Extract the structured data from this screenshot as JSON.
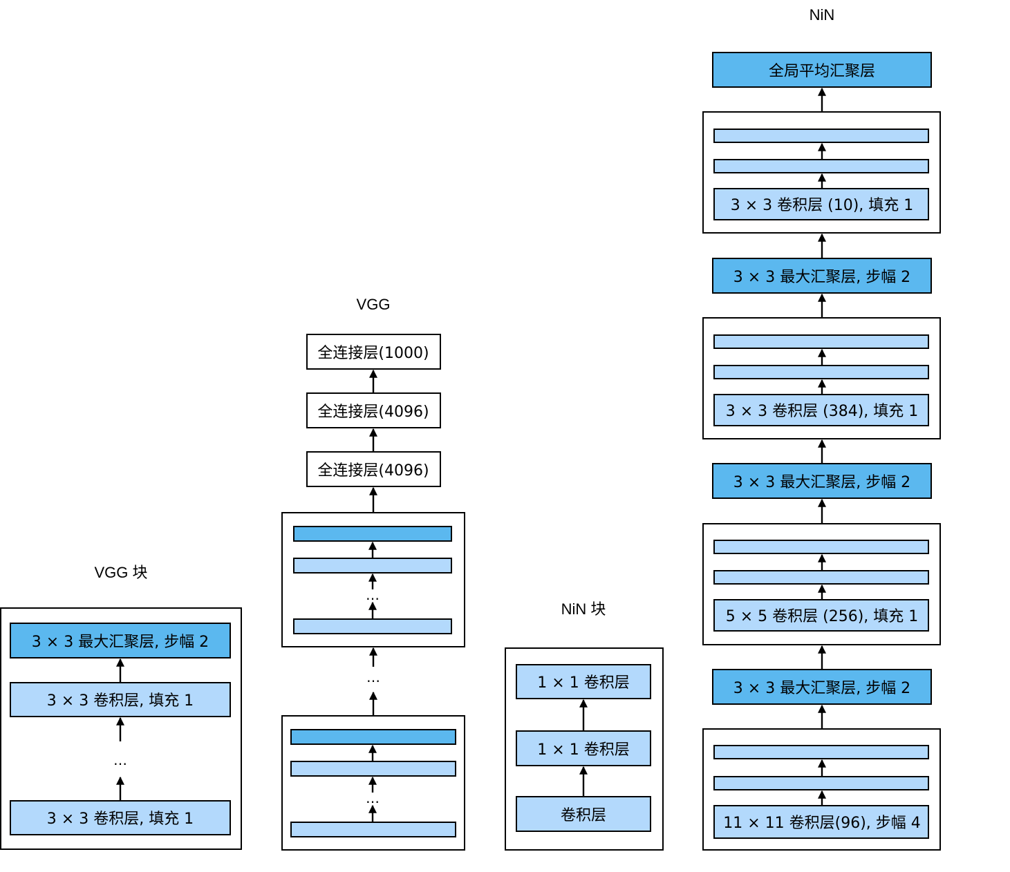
{
  "colors": {
    "dark_block": "#5bb8ef",
    "light_block": "#b3d9fc",
    "white_block": "#ffffff"
  },
  "vgg_block": {
    "title": "VGG 块",
    "pool": "3 × 3 最大汇聚层, 步幅 2",
    "conv_top": "3 × 3 卷积层, 填充 1",
    "ellipsis": "…",
    "conv_bottom": "3 × 3 卷积层, 填充 1"
  },
  "vgg": {
    "title": "VGG",
    "fc3": "全连接层(1000)",
    "fc2": "全连接层(4096)",
    "fc1": "全连接层(4096)",
    "ellipsis": "…"
  },
  "nin_block": {
    "title": "NiN 块",
    "conv1x1_top": "1 × 1 卷积层",
    "conv1x1_mid": "1 × 1 卷积层",
    "conv": "卷积层"
  },
  "nin": {
    "title": "NiN",
    "gap": "全局平均汇聚层",
    "block4_conv": "3 × 3 卷积层 (10), 填充 1",
    "pool3": "3 × 3 最大汇聚层, 步幅 2",
    "block3_conv": "3 × 3 卷积层 (384), 填充 1",
    "pool2": "3 × 3 最大汇聚层, 步幅 2",
    "block2_conv": "5 × 5 卷积层 (256), 填充 1",
    "pool1": "3 × 3 最大汇聚层, 步幅 2",
    "block1_conv": "11 × 11 卷积层(96), 步幅 4"
  }
}
